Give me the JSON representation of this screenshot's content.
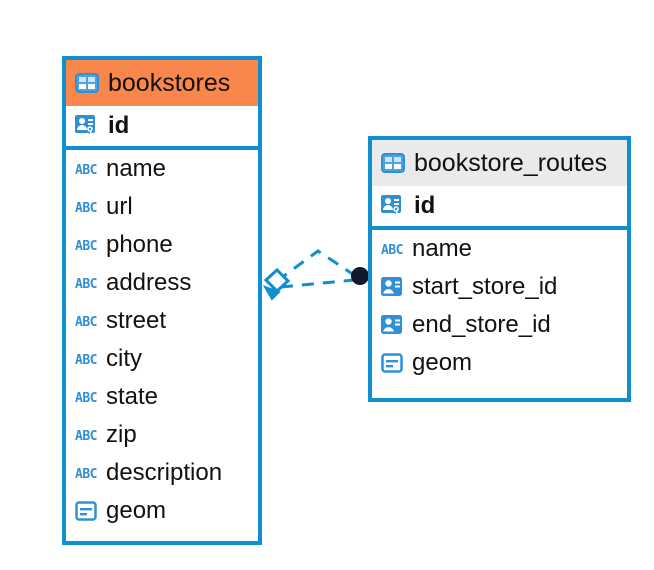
{
  "diagram": {
    "type": "entity-relationship-diagram",
    "colors": {
      "border": "#0f8ed0",
      "header_accent": "#f9864a",
      "header_plain": "#eaeaea",
      "icon_blue": "#2f90d8",
      "connector": "#0f8ed0",
      "connector_endpoint": "#101a2b",
      "text": "#111111",
      "background": "#ffffff"
    },
    "entities": [
      {
        "name": "bookstores",
        "header_icon": "table-icon",
        "header_style": "accent",
        "primary_key": {
          "label": "id",
          "icon": "primary-key-icon"
        },
        "fields": [
          {
            "label": "name",
            "icon": "abc-text-icon",
            "icon_text": "ABC"
          },
          {
            "label": "url",
            "icon": "abc-text-icon",
            "icon_text": "ABC"
          },
          {
            "label": "phone",
            "icon": "abc-text-icon",
            "icon_text": "ABC"
          },
          {
            "label": "address",
            "icon": "abc-text-icon",
            "icon_text": "ABC"
          },
          {
            "label": "street",
            "icon": "abc-text-icon",
            "icon_text": "ABC"
          },
          {
            "label": "city",
            "icon": "abc-text-icon",
            "icon_text": "ABC"
          },
          {
            "label": "state",
            "icon": "abc-text-icon",
            "icon_text": "ABC"
          },
          {
            "label": "zip",
            "icon": "abc-text-icon",
            "icon_text": "ABC"
          },
          {
            "label": "description",
            "icon": "abc-text-icon",
            "icon_text": "ABC"
          },
          {
            "label": "geom",
            "icon": "geometry-icon"
          }
        ]
      },
      {
        "name": "bookstore_routes",
        "header_icon": "table-icon",
        "header_style": "plain",
        "primary_key": {
          "label": "id",
          "icon": "primary-key-icon"
        },
        "fields": [
          {
            "label": "name",
            "icon": "abc-text-icon",
            "icon_text": "ABC"
          },
          {
            "label": "start_store_id",
            "icon": "foreign-key-icon"
          },
          {
            "label": "end_store_id",
            "icon": "foreign-key-icon"
          },
          {
            "label": "geom",
            "icon": "geometry-icon"
          }
        ]
      }
    ],
    "relationships": [
      {
        "from": "bookstores",
        "to": "bookstore_routes",
        "style": "dashed",
        "source_endpoint": "diamond-outline",
        "target_endpoint": "filled-circle"
      },
      {
        "from": "bookstores",
        "to": "bookstore_routes",
        "style": "dashed",
        "source_endpoint": "diamond-outline",
        "target_endpoint": "filled-circle"
      }
    ]
  }
}
